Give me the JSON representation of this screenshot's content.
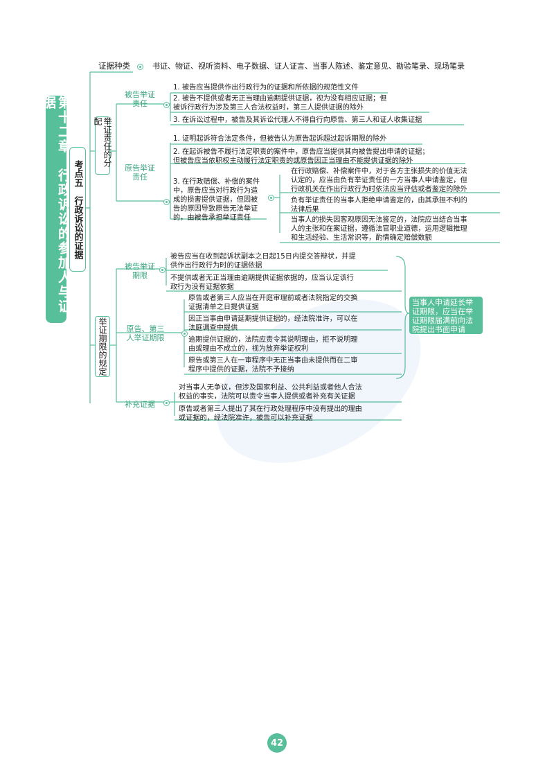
{
  "chapter_title": "第十二章　行政诉讼的参加人与证据",
  "kaodian": "考点五　行政诉讼的证据",
  "evidence_types": {
    "label": "证据种类",
    "text": "书证、物证、视听资料、电子数据、证人证言、当事人陈述、鉴定意见、勘验笔录、现场笔录"
  },
  "burden": {
    "title": "举证责任的分配",
    "defendant": {
      "label": "被告举证责任",
      "items": [
        "1. 被告应当提供作出行政行为的证据和所依据的规范性文件",
        "2. 被告不提供或者无正当理由逾期提供证据，视为没有相应证据；但\n被诉行政行为涉及第三人合法权益时，第三人提供证据的除外",
        "3. 在诉讼过程中，被告及其诉讼代理人不得自行向原告、第三人和证人收集证据"
      ]
    },
    "plaintiff": {
      "label": "原告举证责任",
      "items": [
        "1. 证明起诉符合法定条件，但被告认为原告起诉超过起诉期限的除外",
        "2. 在起诉被告不履行法定职责的案件中，原告应当提供其向被告提出申请的证据；\n但被告应当依职权主动履行法定职责的或原告因正当理由不能提供证据的除外"
      ],
      "item3": "3. 在行政赔偿、补偿的案件\n中，原告应当对行政行为造\n成的损害提供证据，但因被\n告的原因导致原告无法举证\n的，由被告承担举证责任",
      "item3_sub": [
        "在行政赔偿、补偿案件中，对于各方主张损失的价值无法\n认定的，应当由负有举证责任的一方当事人申请鉴定，但\n行政机关在作出行政行为时依法应当评估或者鉴定的除外",
        "负有举证责任的当事人拒绝申请鉴定的，由其承担不利的\n法律后果",
        "当事人的损失因客观原因无法鉴定的，法院应当结合当事\n人的主张和在案证据，遵循法官职业道德，运用逻辑推理\n和生活经验、生活常识等，酌情确定赔偿数额"
      ]
    }
  },
  "deadline": {
    "title": "举证期限的规定",
    "defendant": {
      "label": "被告举证期限",
      "items": [
        "被告应当在收到起诉状副本之日起15日内提交答辩状，并提\n供作出行政行为时的证据依据",
        "不提供或者无正当理由逾期提供证据依据的，应当认定该行\n政行为没有证据依据"
      ]
    },
    "plaintiff": {
      "label": "原告、第三人举证期限",
      "items": [
        "原告或者第三人应当在开庭审理前或者法院指定的交换\n证据清单之日提供证据",
        "因正当事由申请延期提供证据的，经法院准许，可以在\n法庭调查中提供",
        "逾期提供证据的，法院应责令其说明理由，拒不说明理\n由或理由不成立的，视为放弃举证权利",
        "原告或第三人在一审程序中无正当事由未提供而在二审\n程序中提供的证据，法院不予接纳"
      ]
    },
    "supplement": {
      "label": "补充证据",
      "items": [
        "对当事人无争议，但涉及国家利益、公共利益或者他人合法\n权益的事实，法院可以责令当事人提供或者补充有关证据",
        "原告或者第三人提出了其在行政处理程序中没有提出的理由\n或证据的，经法院准许，被告可以补充证据"
      ]
    },
    "extension_note": "当事人申请延长举证期限，应当在举证期限届满前向法院提出书面申请"
  },
  "page_number": "42",
  "colors": {
    "accent": "#58bf9b"
  }
}
